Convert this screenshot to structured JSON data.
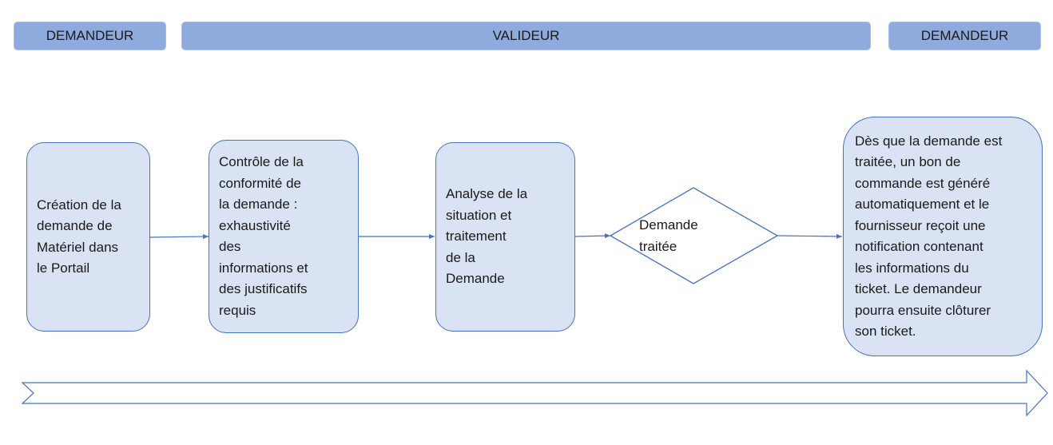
{
  "lanes": {
    "left": "DEMANDEUR",
    "middle": "VALIDEUR",
    "right": "DEMANDEUR"
  },
  "steps": {
    "creation": "Création de la\ndemande de\nMatériel dans\nle Portail",
    "controle": "Contrôle de la\nconformité de\nla demande :\nexhaustivité\ndes\ninformations et\ndes justificatifs\nrequis",
    "analyse": "Analyse de la\nsituation et\ntraitement\nde la\nDemande",
    "decision": "Demande\ntraitée",
    "final": "Dès que la demande est\ntraitée, un bon de\ncommande est généré\nautomatiquement et le\nfournisseur reçoit une\nnotification contenant\nles informations du\nticket. Le demandeur\npourra ensuite clôturer\nson ticket."
  },
  "colors": {
    "lane_fill": "#8faadc",
    "box_fill": "#dae3f3",
    "stroke": "#4472c4"
  }
}
